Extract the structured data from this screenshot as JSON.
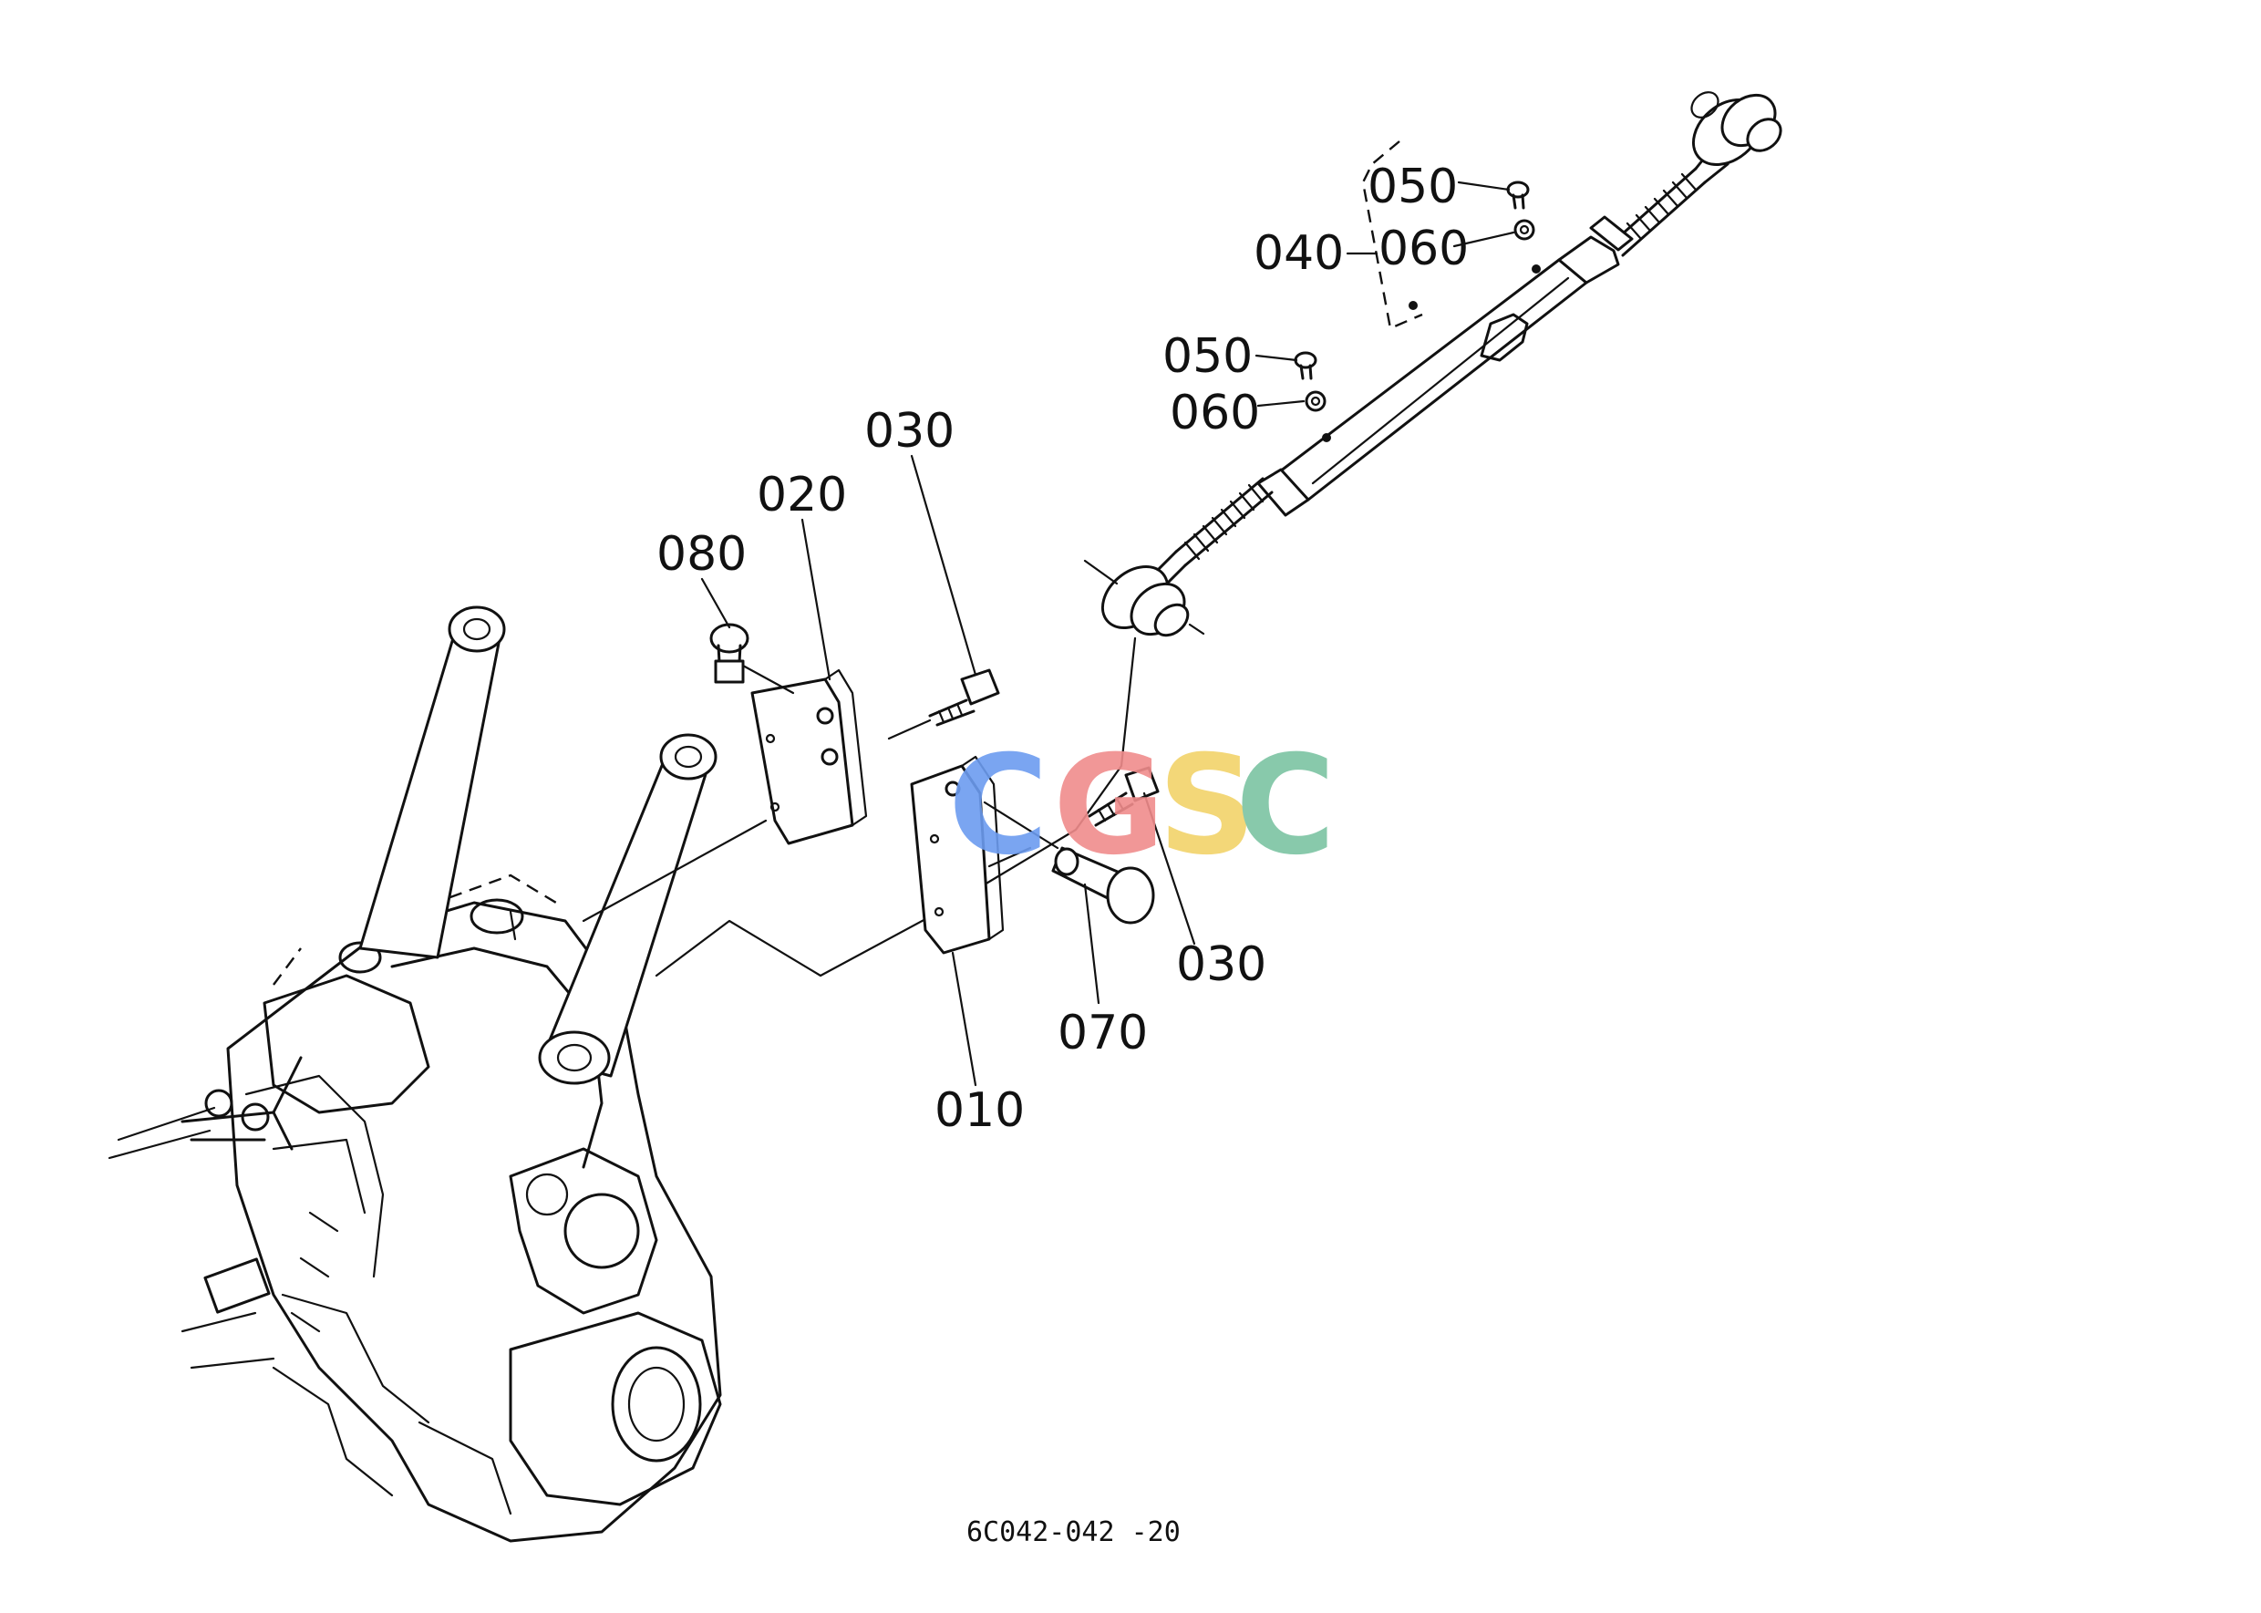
{
  "drawing_code": "6C042-042 -20",
  "watermark": {
    "letters": [
      {
        "char": "C",
        "color": "#6c9cf0"
      },
      {
        "char": "G",
        "color": "#f08c8c"
      },
      {
        "char": "S",
        "color": "#f2d36a"
      },
      {
        "char": "C",
        "color": "#7cc4a3"
      }
    ]
  },
  "callouts": [
    {
      "id": "050-upper",
      "label": "050"
    },
    {
      "id": "040",
      "label": "040"
    },
    {
      "id": "060-upper",
      "label": "060"
    },
    {
      "id": "050-lower",
      "label": "050"
    },
    {
      "id": "060-lower",
      "label": "060"
    },
    {
      "id": "030-upper",
      "label": "030"
    },
    {
      "id": "020",
      "label": "020"
    },
    {
      "id": "080",
      "label": "080"
    },
    {
      "id": "030-lower",
      "label": "030"
    },
    {
      "id": "070",
      "label": "070"
    },
    {
      "id": "010",
      "label": "010"
    }
  ]
}
